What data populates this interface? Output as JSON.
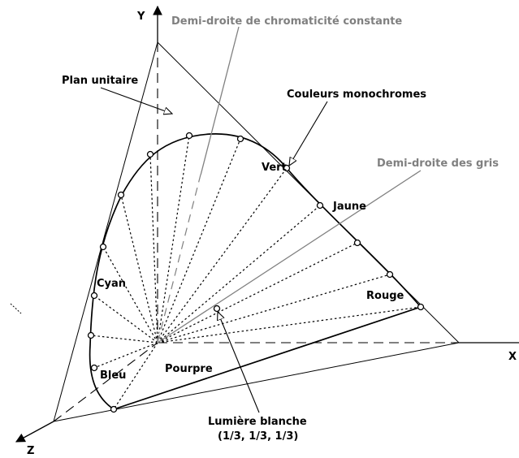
{
  "axes": {
    "x": "X",
    "y": "Y",
    "z": "Z"
  },
  "labels": {
    "ray_constant": "Demi-droite de chromaticité constante",
    "unit_plane": "Plan unitaire",
    "monochrome": "Couleurs monochromes",
    "grey_ray": "Demi-droite des gris",
    "green": "Vert",
    "yellow": "Jaune",
    "red": "Rouge",
    "cyan": "Cyan",
    "blue": "Bleu",
    "purple": "Pourpre",
    "white_line1": "Lumière blanche",
    "white_line2": "(1/3, 1/3, 1/3)"
  },
  "colors": {
    "ink": "#000000",
    "grey_annotation": "#808080"
  }
}
